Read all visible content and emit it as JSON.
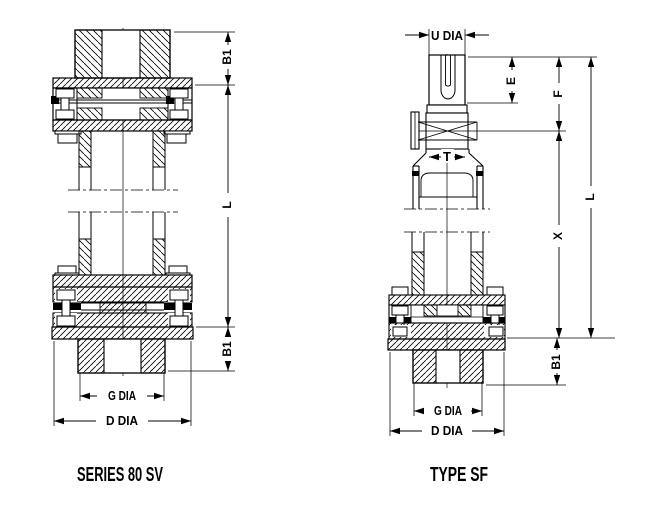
{
  "page": {
    "background": "#ffffff",
    "line_color": "#000000",
    "t_highlight_color": "#c49a3c"
  },
  "left_drawing": {
    "caption": "SERIES 80 SV",
    "dims": {
      "b1_top": "B1",
      "length": "L",
      "b1_bottom": "B1",
      "g_dia": "G DIA",
      "d_dia": "D DIA"
    }
  },
  "right_drawing": {
    "caption": "TYPE SF",
    "dims": {
      "u_dia": "U DIA",
      "e": "E",
      "f": "F",
      "l": "L",
      "x": "X",
      "t": "T",
      "b1": "B1",
      "g_dia": "G DIA",
      "d_dia": "D DIA"
    }
  }
}
